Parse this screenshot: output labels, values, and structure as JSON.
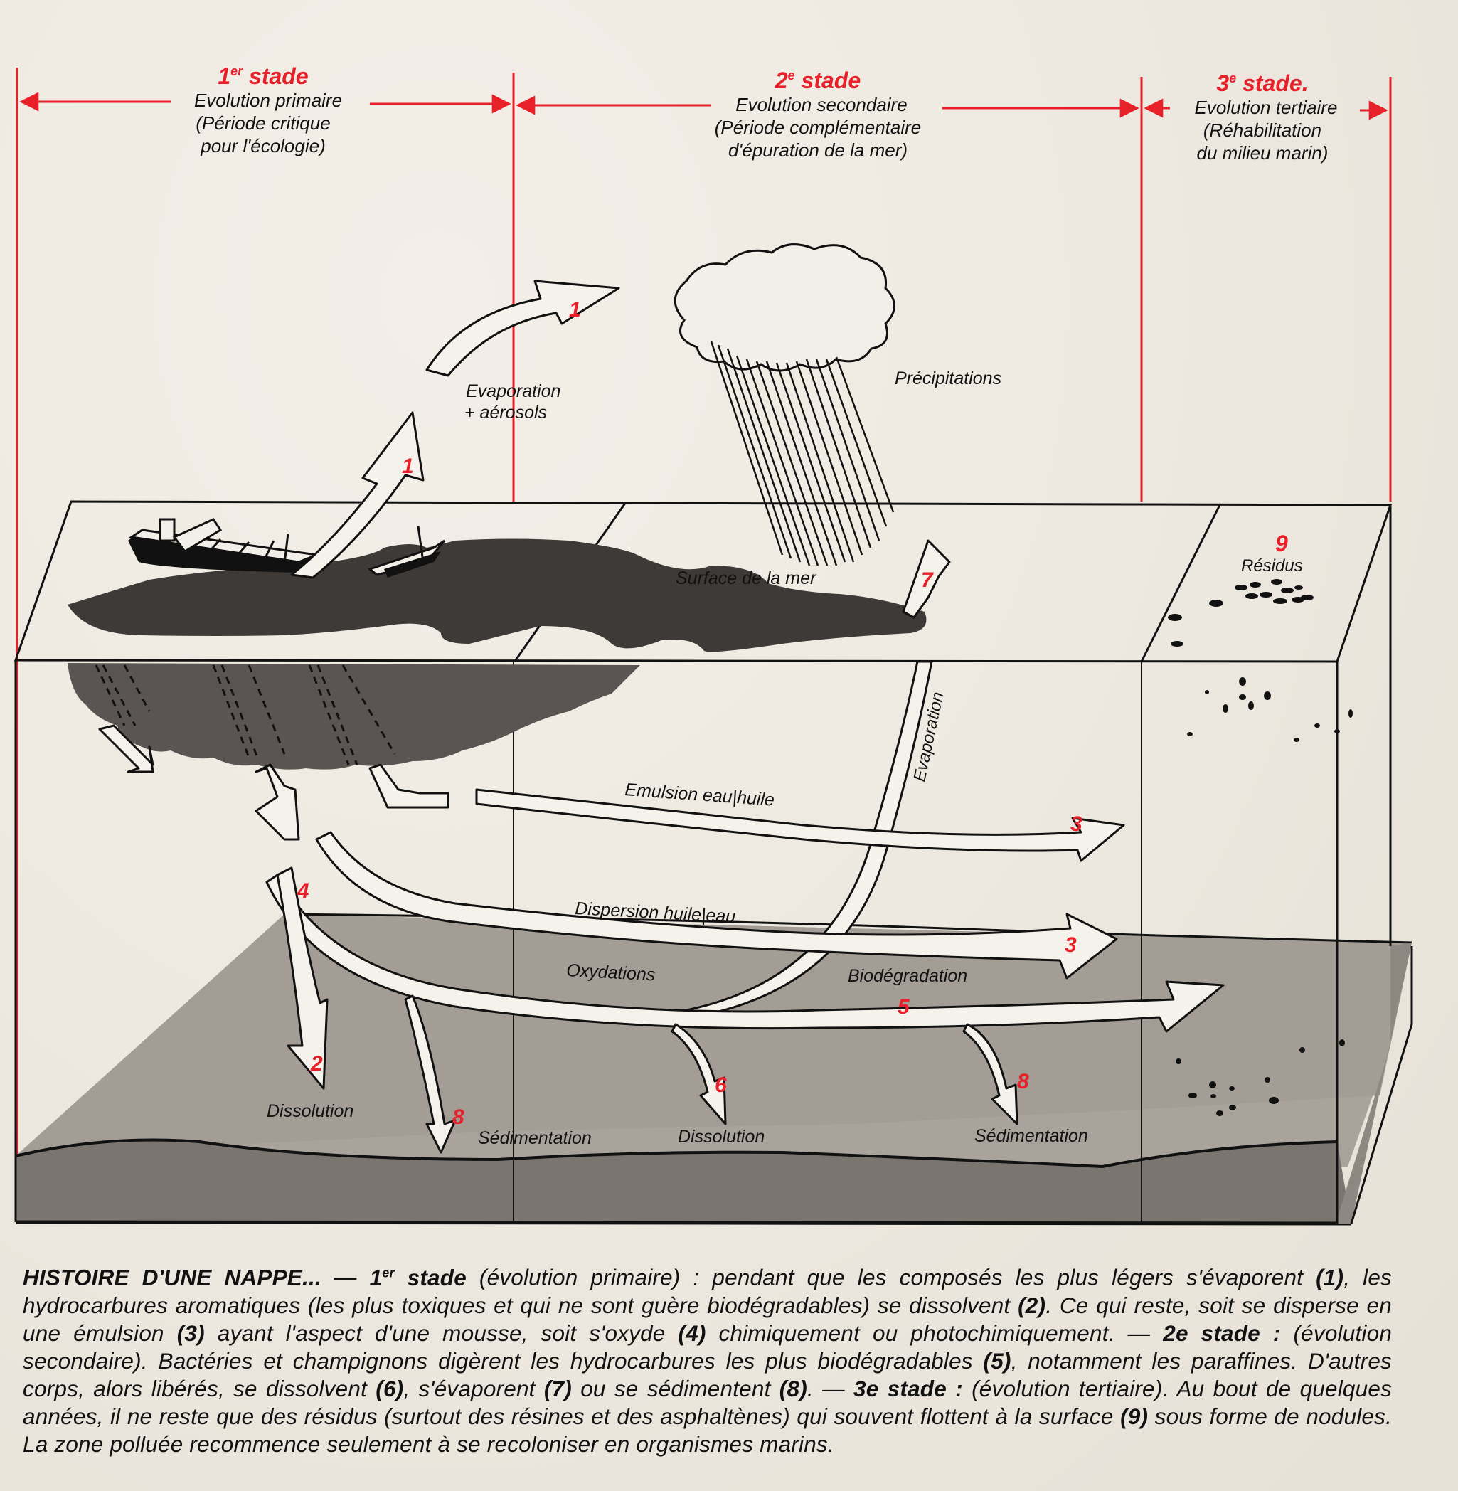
{
  "stages": [
    {
      "title_num": "1",
      "title_sup": "er",
      "title_word": "stade",
      "lines": [
        "Evolution primaire",
        "(Période critique",
        "pour l'écologie)"
      ]
    },
    {
      "title_num": "2",
      "title_sup": "e",
      "title_word": "stade",
      "lines": [
        "Evolution secondaire",
        "(Période complémentaire",
        "d'épuration de la mer)"
      ]
    },
    {
      "title_num": "3",
      "title_sup": "e",
      "title_word": "stade.",
      "lines": [
        "Evolution tertiaire",
        "(Réhabilitation",
        "du milieu marin)"
      ]
    }
  ],
  "labels": {
    "evaporation_aerosols_1": "Evaporation",
    "evaporation_aerosols_2": "+ aérosols",
    "precipitations": "Précipitations",
    "surface": "Surface de la mer",
    "residus": "Résidus",
    "evaporation": "Evaporation",
    "emulsion": "Emulsion eau|huile",
    "dispersion": "Dispersion huile|eau",
    "oxydations": "Oxydations",
    "biodegradation": "Biodégradation",
    "dissolution_1": "Dissolution",
    "sedimentation_1": "Sédimentation",
    "dissolution_2": "Dissolution",
    "sedimentation_2": "Sédimentation"
  },
  "numbers": {
    "n1a": "1",
    "n1b": "1",
    "n2": "2",
    "n3a": "3",
    "n3b": "3",
    "n4": "4",
    "n5": "5",
    "n6": "6",
    "n7": "7",
    "n8a": "8",
    "n8b": "8",
    "n9": "9"
  },
  "colors": {
    "accent_red": "#e8202a",
    "oil": "#4a4643",
    "sea_floor": "#8f8a85",
    "sediment": "#6f6a66",
    "paper": "#efebe4"
  },
  "caption": {
    "lead": "HISTOIRE D'UNE NAPPE... —",
    "s1_num": "1",
    "s1_sup": "er",
    "s1_word": "stade",
    "t1": "(évolution primaire) : pendant que les composés les plus légers s'évaporent",
    "r1": "(1)",
    "t2": ", les hydrocarbures aromatiques (les plus toxiques et qui ne sont guère biodégradables) se dissolvent",
    "r2": "(2)",
    "t3": ". Ce qui reste, soit se disperse en une émulsion",
    "r3": "(3)",
    "t4": "ayant l'aspect d'une mousse, soit s'oxyde",
    "r4": "(4)",
    "t5": "chimiquement ou photochimiquement. —",
    "s2": "2e stade :",
    "t6": "(évolution secondaire). Bactéries et champignons digèrent les hydrocarbures les plus biodégradables",
    "r5": "(5)",
    "t7": ", notamment les paraffines. D'autres corps, alors libérés, se dissolvent",
    "r6": "(6)",
    "t8": ", s'évaporent",
    "r7": "(7)",
    "t9": "ou se sédimentent",
    "r8": "(8)",
    "t10": ". —",
    "s3": "3e stade :",
    "t11": "(évolution tertiaire). Au bout de quelques années, il ne reste que des résidus (surtout des résines et des asphaltènes) qui souvent flottent à la surface",
    "r9": "(9)",
    "t12": "sous forme de nodules. La zone polluée recommence seulement à se recoloniser en organismes marins."
  }
}
